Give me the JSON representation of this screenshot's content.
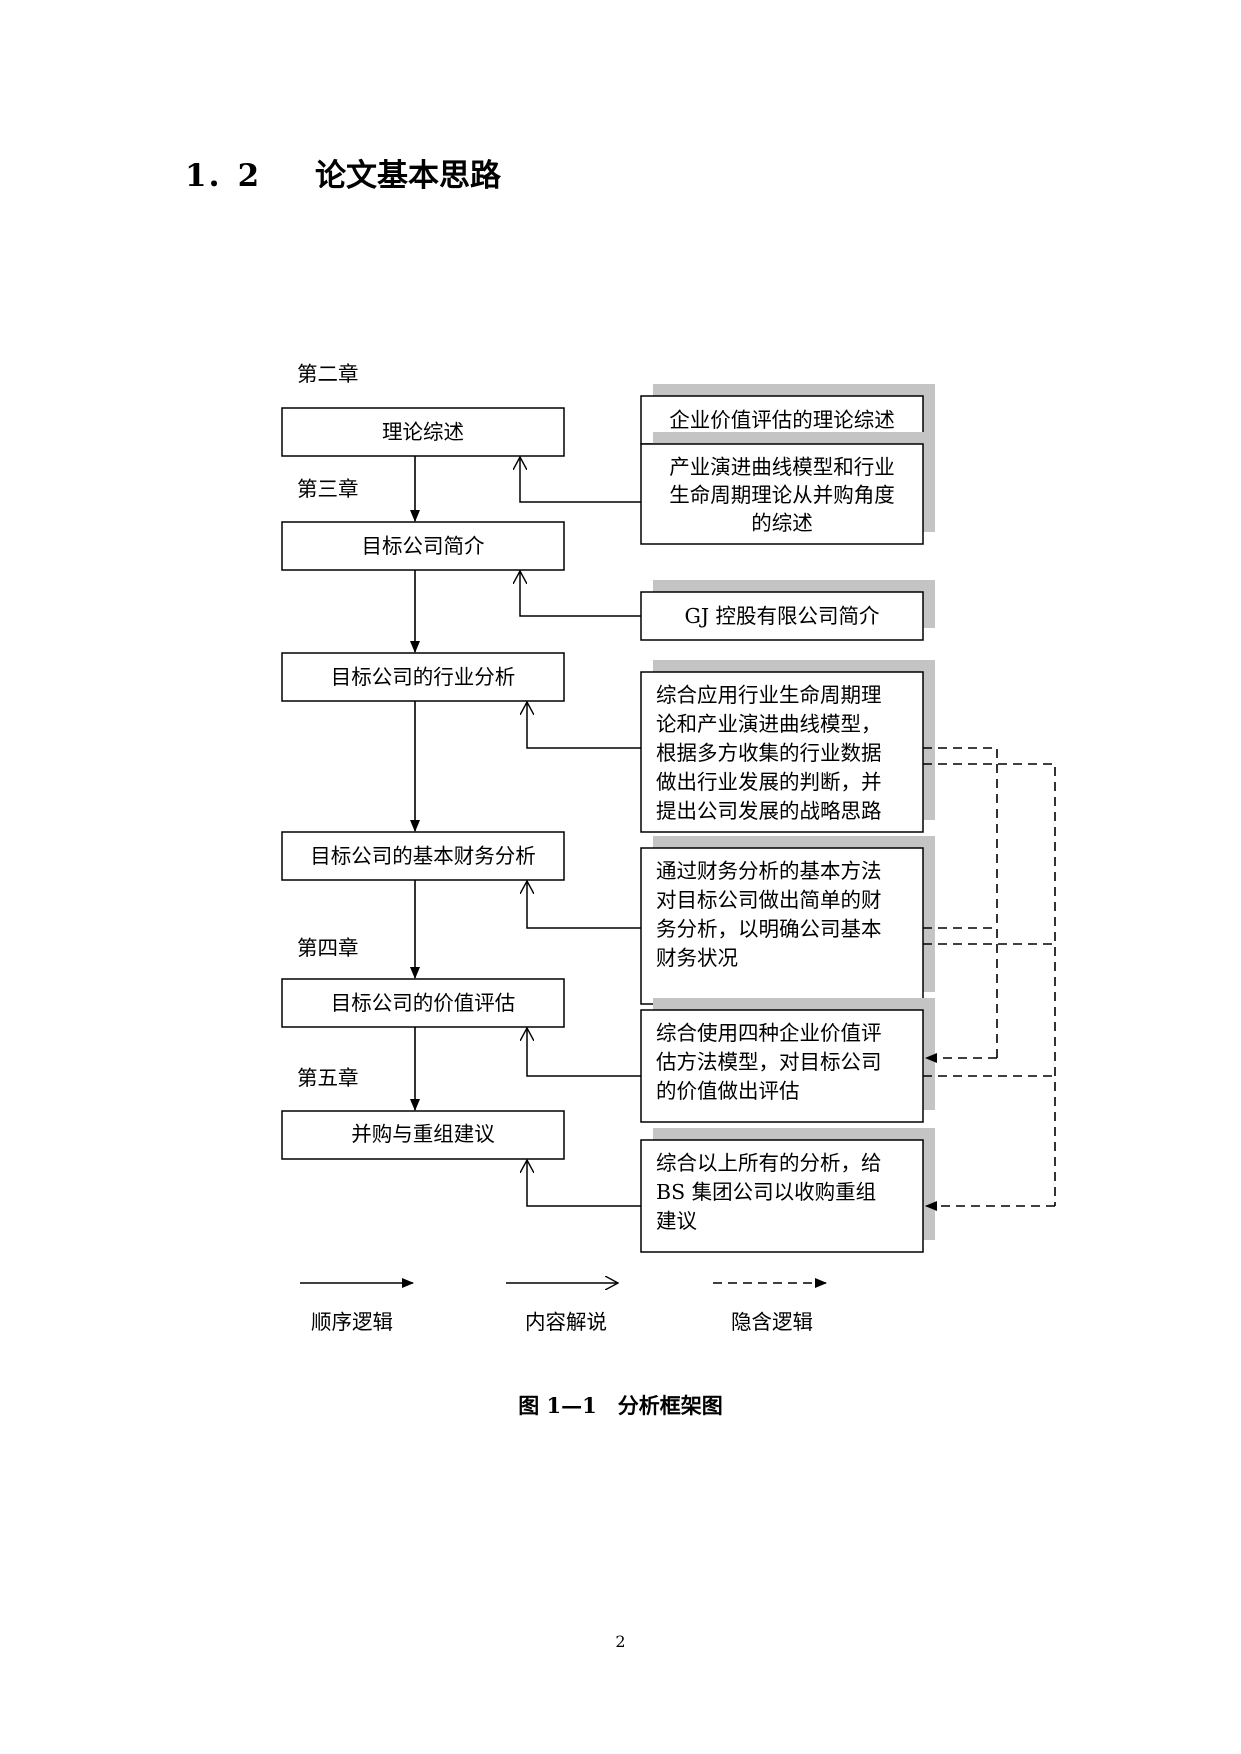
{
  "heading": {
    "number": "1．2",
    "title": "论文基本思路"
  },
  "chapters": [
    "第二章",
    "第三章",
    "第四章",
    "第五章"
  ],
  "main_steps": [
    "理论综述",
    "目标公司简介",
    "目标公司的行业分析",
    "目标公司的基本财务分析",
    "目标公司的价值评估",
    "并购与重组建议"
  ],
  "explanations": [
    [
      "企业价值评估的理论综述"
    ],
    [
      "产业演进曲线模型和行业",
      "生命周期理论从并购角度",
      "的综述"
    ],
    [
      "GJ 控股有限公司简介"
    ],
    [
      "综合应用行业生命周期理",
      "论和产业演进曲线模型，",
      "根据多方收集的行业数据",
      "做出行业发展的判断，并",
      "提出公司发展的战略思路"
    ],
    [
      "通过财务分析的基本方法",
      "对目标公司做出简单的财",
      "务分析，以明确公司基本",
      "财务状况"
    ],
    [
      "综合使用四种企业价值评",
      "估方法模型，对目标公司",
      "的价值做出评估"
    ],
    [
      "综合以上所有的分析，给",
      "BS 集团公司以收购重组",
      "建议"
    ]
  ],
  "legend": [
    "顺序逻辑",
    "内容解说",
    "隐含逻辑"
  ],
  "caption": "图 1—1　分析框架图",
  "page_number": "2"
}
